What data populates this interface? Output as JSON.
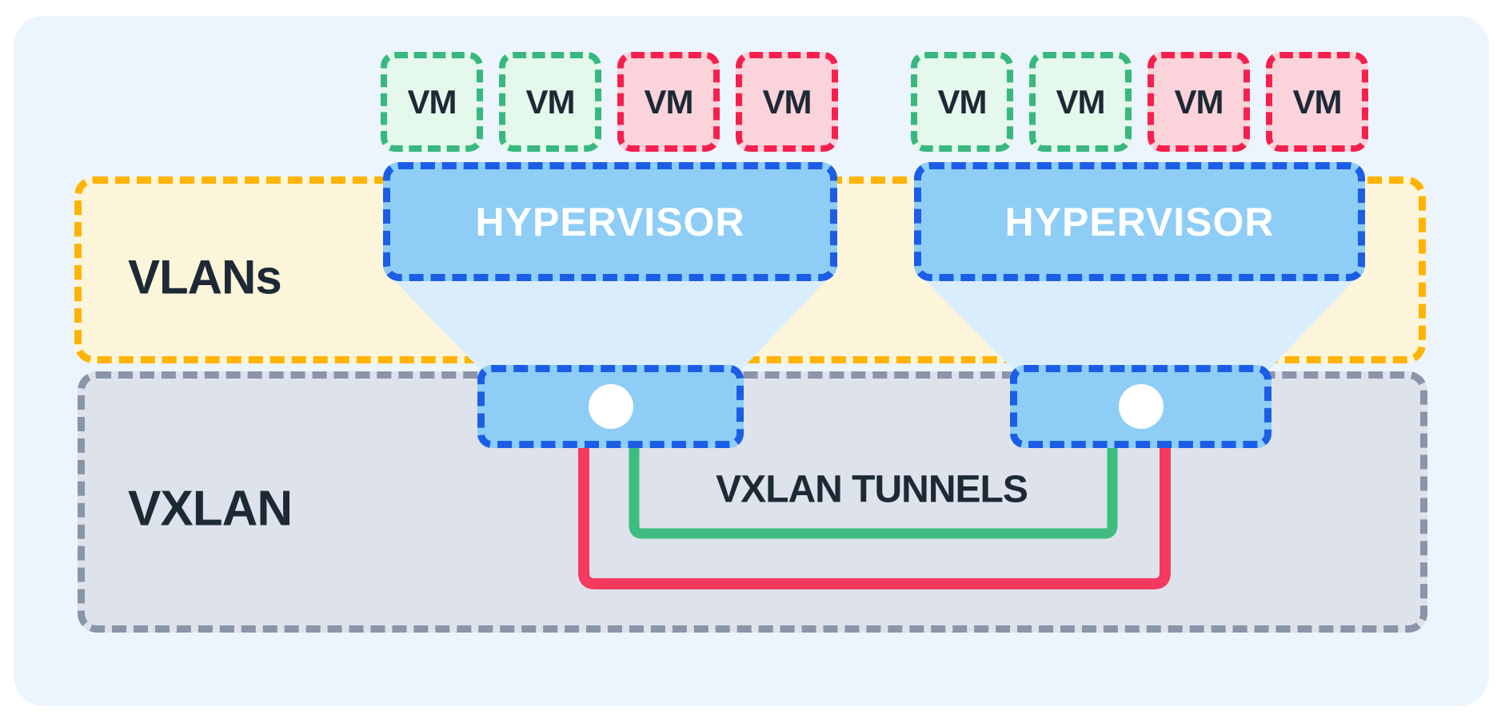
{
  "theme": {
    "page_bg": "#ECF4FD",
    "outer_bg": "#FFFFFF",
    "green_border": "#38B87E",
    "green_fill": "#E4F8EC",
    "red_border": "#F5204E",
    "red_fill": "#FBD3DA",
    "blue_border": "#1B5EE5",
    "blue_fill": "#8ECDF6",
    "funnel_fill": "#D9EDFC",
    "vlans_border": "#FFB302",
    "vlans_fill": "#FDF5D9",
    "vxlan_border": "#8A95A9",
    "vxlan_fill": "#DEE2EB",
    "tunnel_green": "#3FBD80",
    "tunnel_red": "#F43A5E",
    "text_dark": "#1D2935",
    "text_light": "#FFFFFF"
  },
  "diagram": {
    "vlans": {
      "label": "VLANs"
    },
    "vxlan": {
      "label": "VXLAN"
    },
    "tunnels": {
      "label": "VXLAN TUNNELS",
      "lines": [
        "green",
        "red"
      ]
    },
    "hypervisors": [
      {
        "label": "HYPERVISOR",
        "vms": [
          {
            "label": "VM",
            "network": "green"
          },
          {
            "label": "VM",
            "network": "green"
          },
          {
            "label": "VM",
            "network": "red"
          },
          {
            "label": "VM",
            "network": "red"
          }
        ]
      },
      {
        "label": "HYPERVISOR",
        "vms": [
          {
            "label": "VM",
            "network": "green"
          },
          {
            "label": "VM",
            "network": "green"
          },
          {
            "label": "VM",
            "network": "red"
          },
          {
            "label": "VM",
            "network": "red"
          }
        ]
      }
    ]
  }
}
